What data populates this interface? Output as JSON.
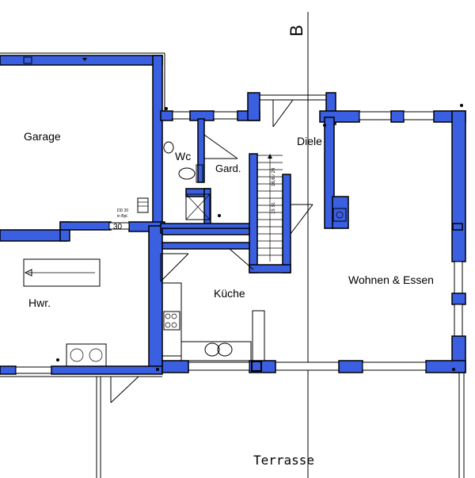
{
  "plan": {
    "section_marker": "B",
    "rooms": {
      "garage": "Garage",
      "wc": "Wc",
      "gard": "Gard.",
      "diele": "Diele",
      "hwr": "Hwr.",
      "kueche": "Küche",
      "wohnen": "Wohnen & Essen",
      "terrasse": "Terrasse"
    },
    "stair_label_1": "16,6 / 26",
    "stair_label_2": "15 St.",
    "note_line_1": "DD 20",
    "note_line_2": "in Bpl.",
    "wall_dim": "30",
    "colors": {
      "wall_fill": "#3a5fe0",
      "line": "#000000",
      "background": "#ffffff"
    }
  }
}
